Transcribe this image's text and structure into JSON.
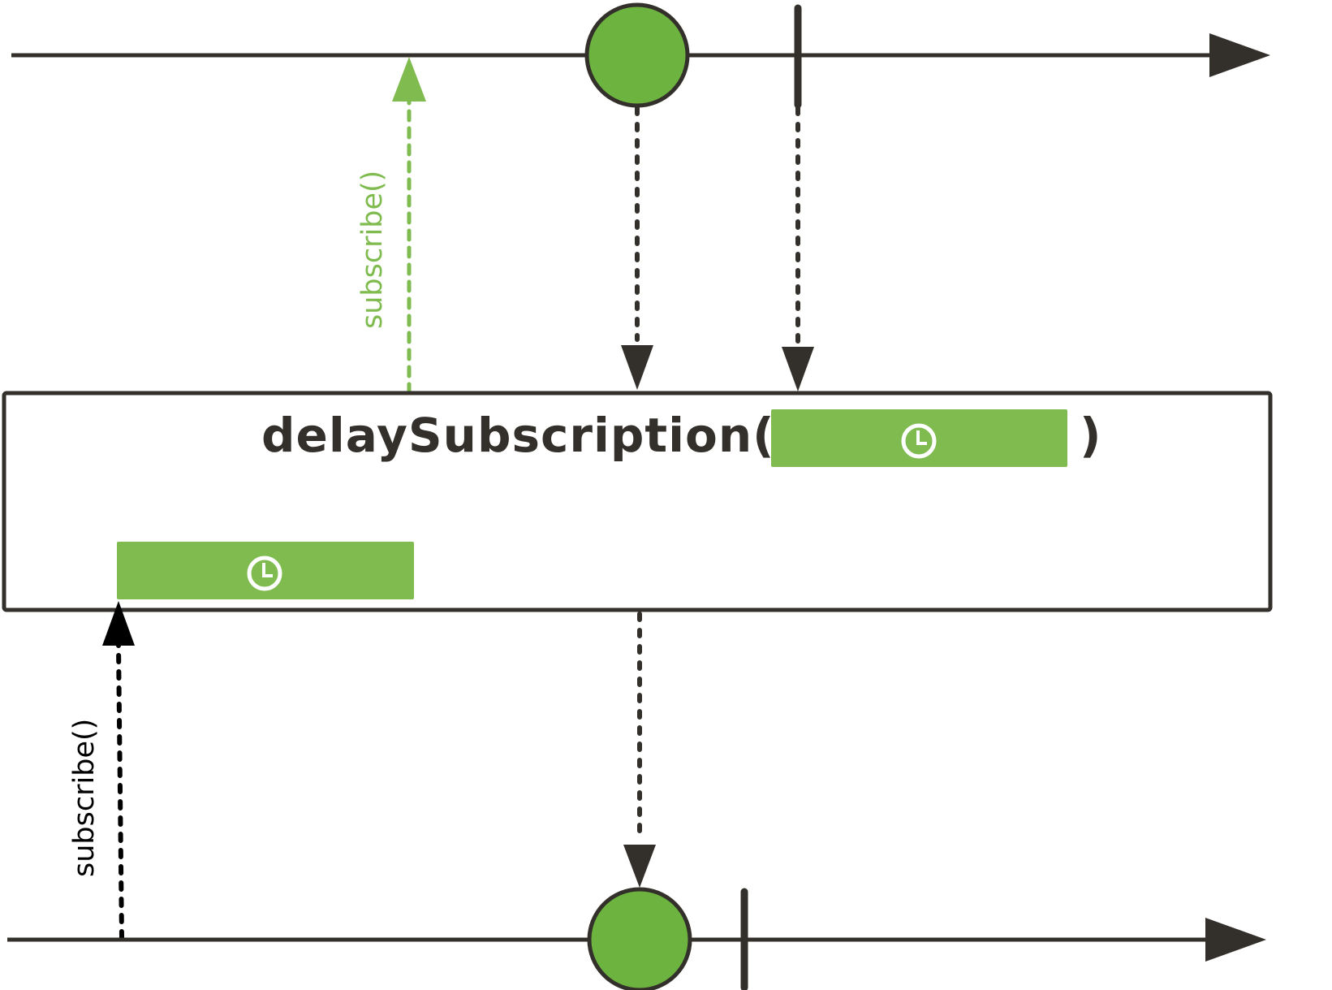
{
  "operator": {
    "name": "delaySubscription(",
    "close_paren": ")",
    "parameter_icon": "clock-icon"
  },
  "delay_window_icon": "clock-icon",
  "source_timeline": {
    "events": [
      "item",
      "completion"
    ]
  },
  "result_timeline": {
    "events": [
      "item",
      "completion"
    ]
  },
  "subscribe_to_result": "subscribe()",
  "subscribe_to_source": "subscribe()",
  "colors": {
    "line": "#33302b",
    "item_fill": "#6db33f",
    "delay_bar": "#7fbb4f",
    "source_subscribe": "#7fbb4f",
    "result_subscribe": "#000000",
    "box_stroke": "#33302b",
    "icon": "#ffffff"
  }
}
